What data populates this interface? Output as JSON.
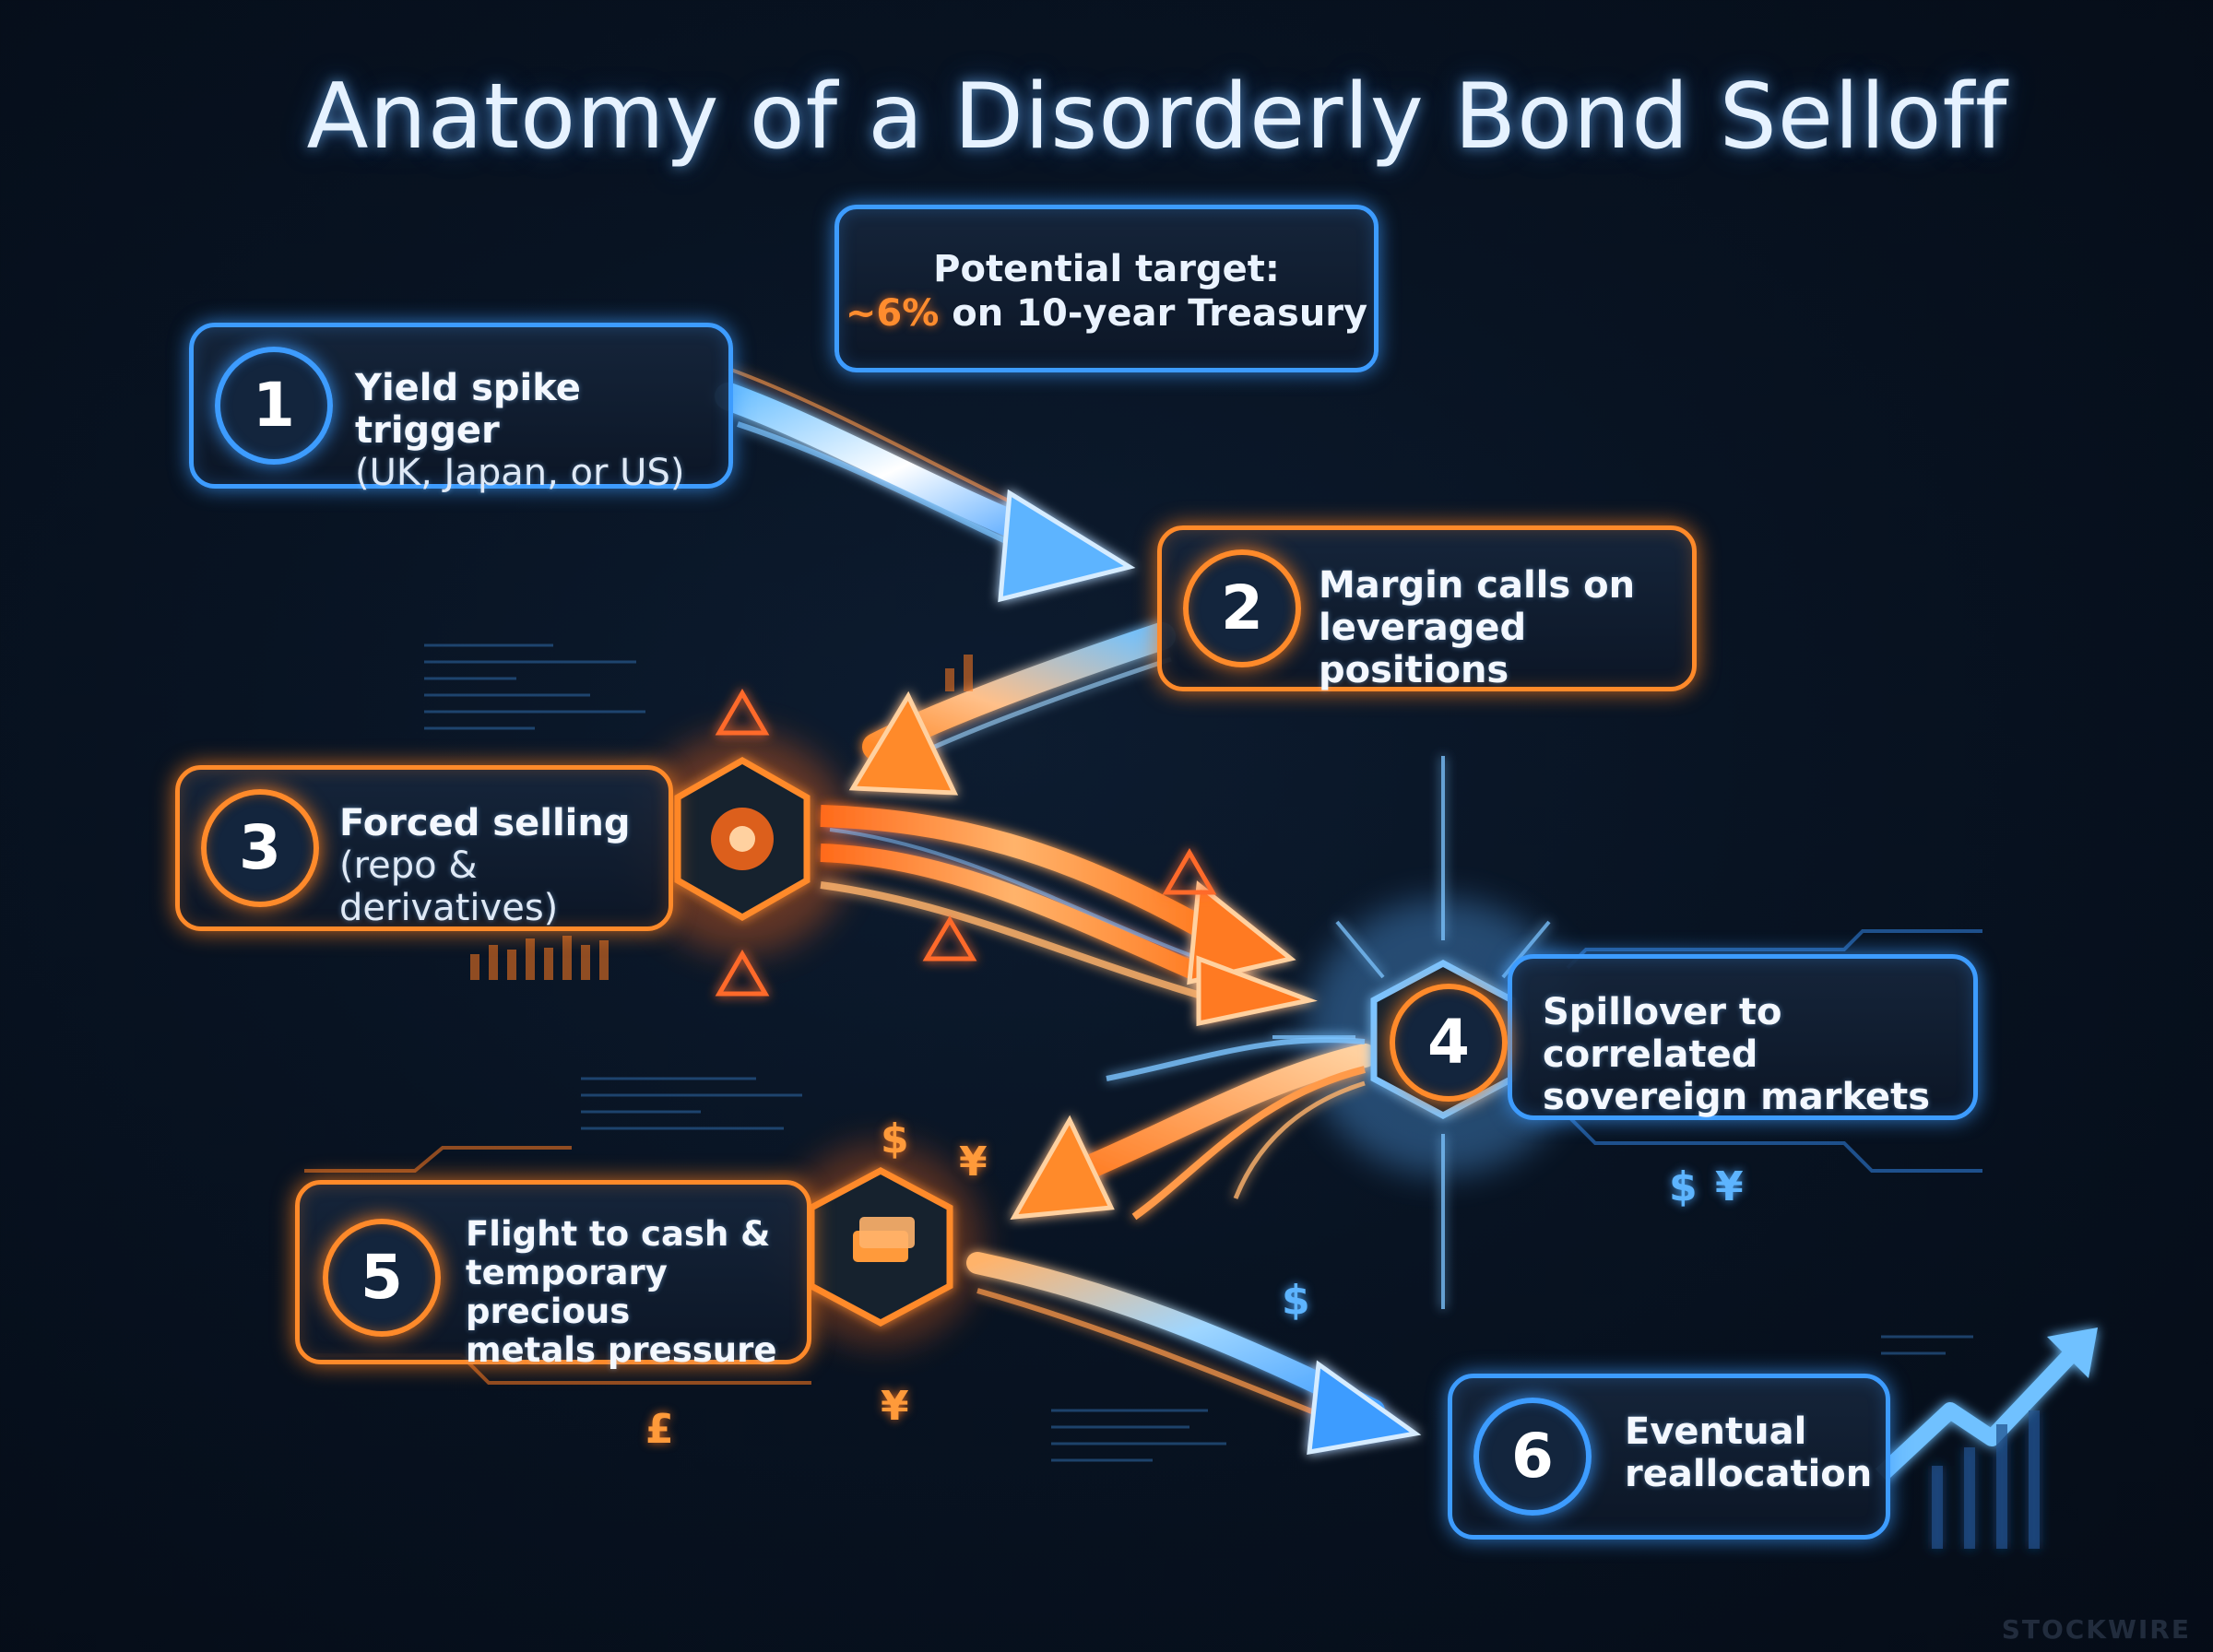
{
  "title": "Anatomy of a Disorderly Bond Selloff",
  "target": {
    "line1": "Potential target:",
    "highlight": "~6%",
    "line2_rest": " on 10-year Treasury"
  },
  "steps": [
    {
      "number": "1",
      "title": "Yield spike trigger",
      "subtitle": "(UK, Japan, or US)",
      "color": "blue"
    },
    {
      "number": "2",
      "title": "Margin calls on",
      "subtitle": "leveraged positions",
      "color": "orange"
    },
    {
      "number": "3",
      "title": "Forced selling",
      "subtitle": "(repo & derivatives)",
      "color": "orange"
    },
    {
      "number": "4",
      "title": "Spillover to correlated",
      "subtitle": "sovereign markets",
      "color": "blue"
    },
    {
      "number": "5",
      "title": "Flight to cash &",
      "subtitle2": "temporary precious",
      "subtitle3": "metals pressure",
      "color": "orange"
    },
    {
      "number": "6",
      "title": "Eventual",
      "subtitle": "reallocation",
      "color": "blue"
    }
  ],
  "symbols": {
    "dollar": "$",
    "yen": "¥",
    "pound": "£"
  },
  "colors": {
    "blue": "#3d9cff",
    "orange": "#ff8a2a",
    "background": "#081322"
  },
  "watermark": "STOCKWIRE"
}
